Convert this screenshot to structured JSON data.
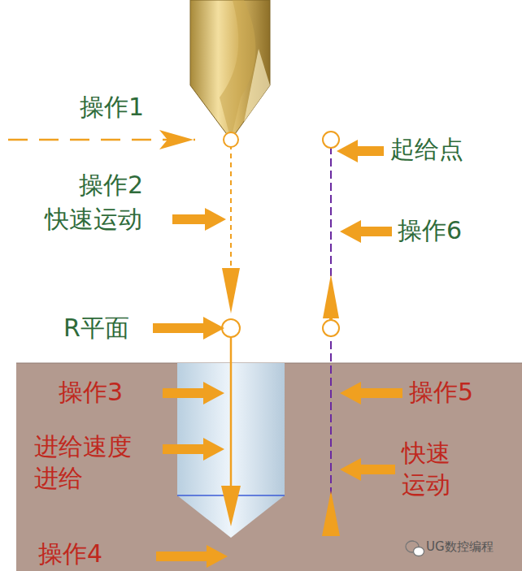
{
  "diagram": {
    "labels": [
      "操作1",
      "操作2",
      "快速运动",
      "R平面",
      "操作3",
      "进给速度 进给",
      "操作4",
      "起给点",
      "操作6",
      "操作5",
      "快速 运动",
      "UG数控编程"
    ]
  }
}
